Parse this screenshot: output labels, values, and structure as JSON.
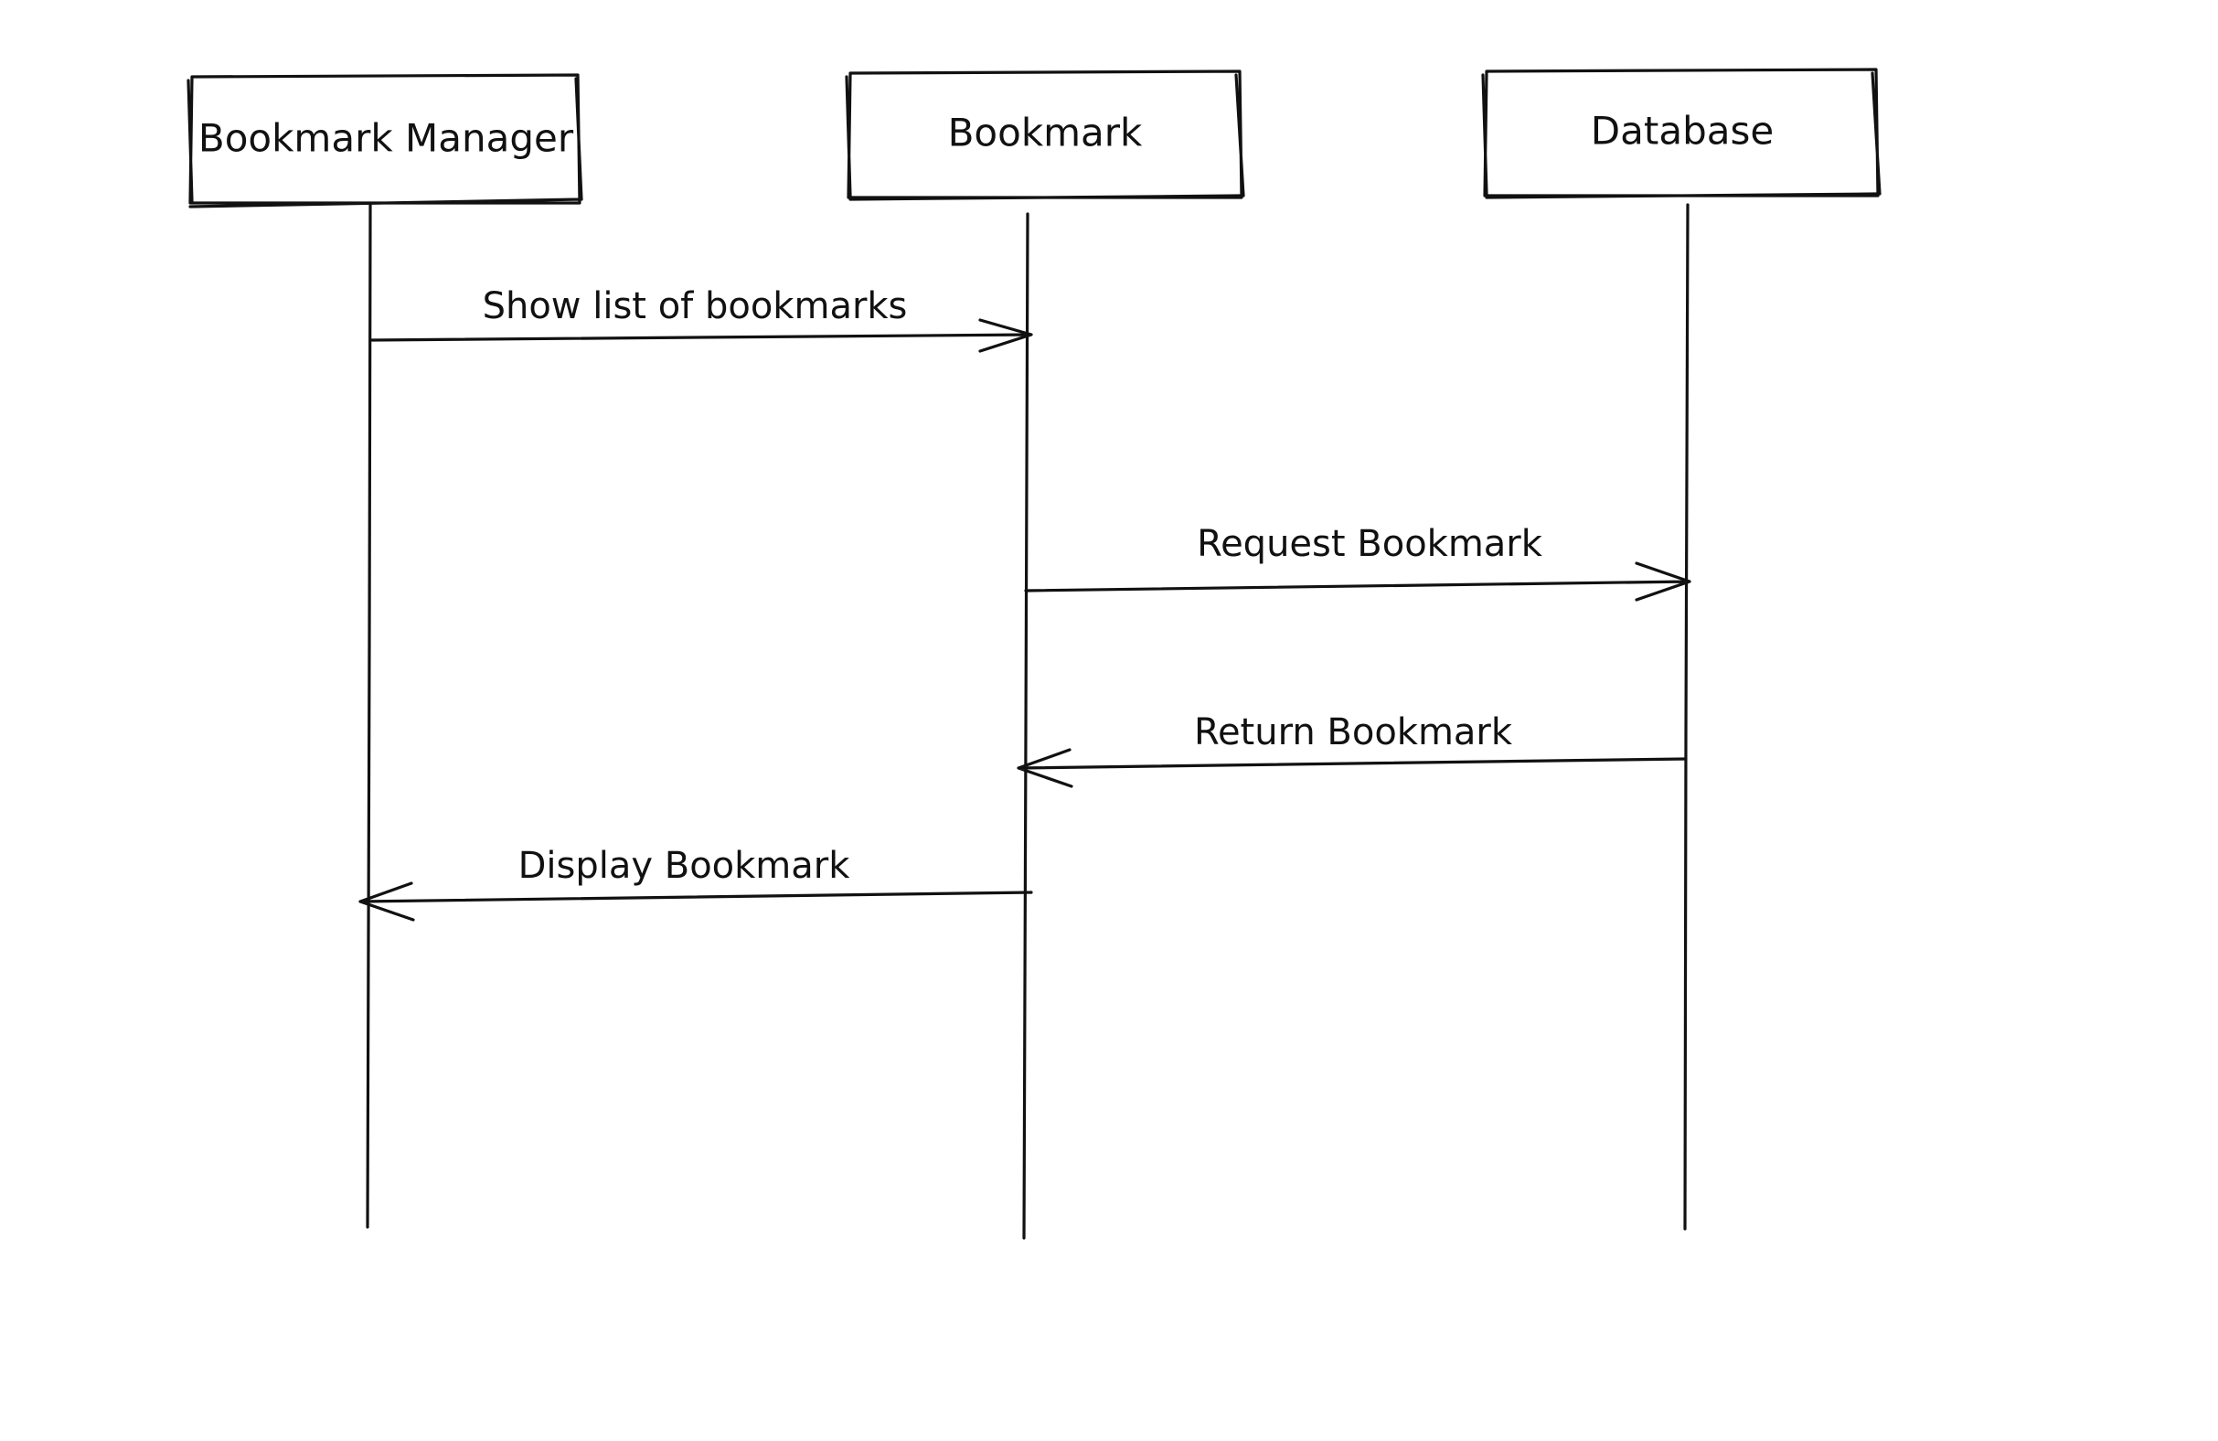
{
  "diagram": {
    "type": "sequence",
    "colors": {
      "background": "#ffffff",
      "ink": "#111111"
    },
    "actors": [
      {
        "id": "bookmark-manager",
        "label": "Bookmark Manager"
      },
      {
        "id": "bookmark",
        "label": "Bookmark"
      },
      {
        "id": "database",
        "label": "Database"
      }
    ],
    "messages": [
      {
        "from": "bookmark-manager",
        "to": "bookmark",
        "label": "Show list of bookmarks"
      },
      {
        "from": "bookmark",
        "to": "database",
        "label": "Request Bookmark"
      },
      {
        "from": "database",
        "to": "bookmark",
        "label": "Return Bookmark"
      },
      {
        "from": "bookmark",
        "to": "bookmark-manager",
        "label": "Display Bookmark"
      }
    ]
  }
}
